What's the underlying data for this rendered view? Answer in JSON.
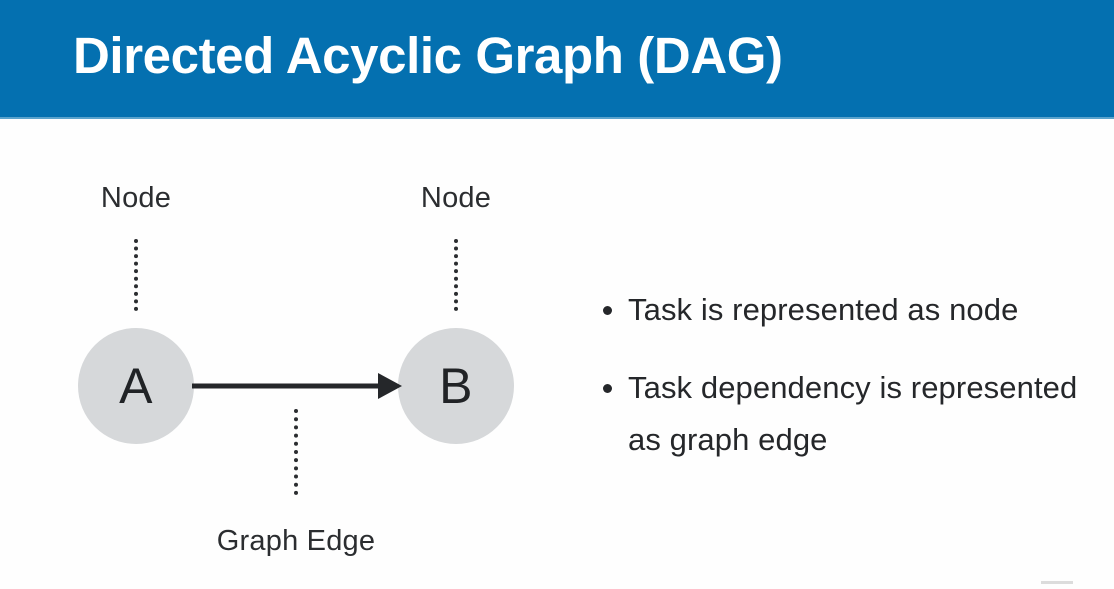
{
  "slide": {
    "title": "Directed Acyclic Graph (DAG)",
    "header_color": "#0470b0",
    "header_text_color": "#ffffff",
    "background_color": "#fefefe"
  },
  "diagram": {
    "node_color": "#d6d8da",
    "ink_color": "#25272a",
    "nodes": [
      {
        "id": "a",
        "letter": "A",
        "caption": "Node"
      },
      {
        "id": "b",
        "letter": "B",
        "caption": "Node"
      }
    ],
    "edge": {
      "caption": "Graph Edge",
      "from": "A",
      "to": "B",
      "directed": true
    }
  },
  "bullets": [
    {
      "text": "Task is represented as node"
    },
    {
      "text": "Task dependency is represented as graph edge"
    }
  ]
}
